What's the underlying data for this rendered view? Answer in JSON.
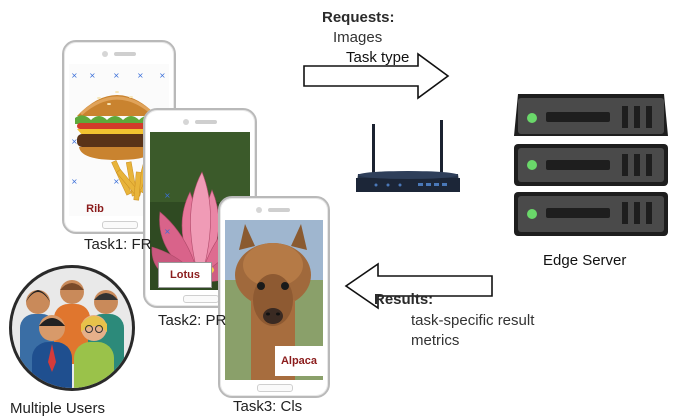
{
  "requests": {
    "title": "Requests",
    "colon": ":",
    "line1": "Images",
    "line2": "Task type"
  },
  "results": {
    "title": "Results:",
    "line1": "task-specific result",
    "line2": "metrics"
  },
  "server": {
    "label": "Edge Server"
  },
  "users": {
    "label": "Multiple Users"
  },
  "tasks": [
    {
      "label": "Task1: FR",
      "tag": "Rib"
    },
    {
      "label": "Task2: PR",
      "tag": "Lotus"
    },
    {
      "label": "Task3: Cls",
      "tag": "Alpaca"
    }
  ],
  "colors": {
    "tag_text": "#8b1c1c",
    "server_body": "#4a4a4a",
    "server_led": "#5fd35f",
    "router": "#1f2a3a"
  }
}
